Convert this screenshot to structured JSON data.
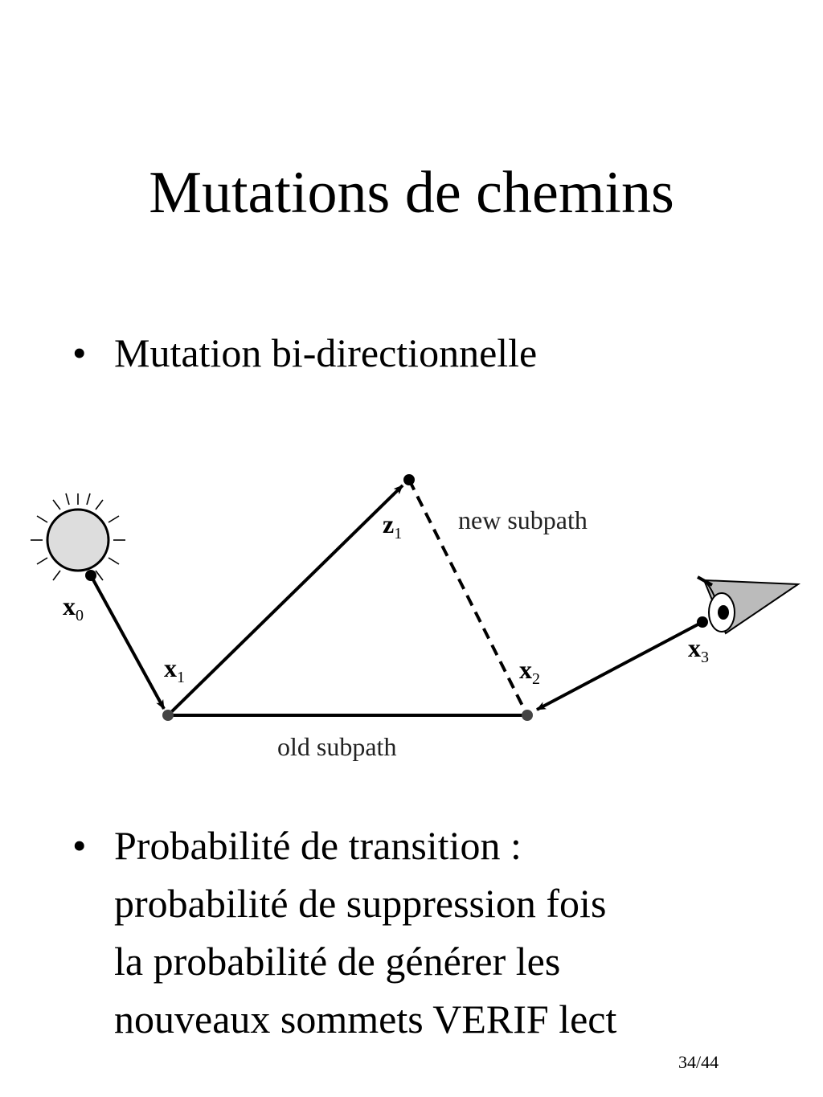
{
  "slide": {
    "title": "Mutations de chemins",
    "bullets": [
      {
        "marker": "•",
        "text": "Mutation bi-directionnelle"
      },
      {
        "marker": "•",
        "lines": [
          "Probabilité de transition :",
          "probabilité de suppression fois",
          "la probabilité de générer les",
          "nouveaux sommets VERIF lect"
        ]
      }
    ],
    "page_number": "34/44"
  },
  "diagram": {
    "vertex_labels": {
      "x0": {
        "base": "x",
        "sub": "0"
      },
      "x1": {
        "base": "x",
        "sub": "1"
      },
      "x2": {
        "base": "x",
        "sub": "2"
      },
      "x3": {
        "base": "x",
        "sub": "3"
      },
      "z1": {
        "base": "z",
        "sub": "1"
      }
    },
    "edge_labels": {
      "new_subpath": "new subpath",
      "old_subpath": "old subpath"
    },
    "icons": [
      "sun-icon",
      "eye-icon"
    ]
  }
}
